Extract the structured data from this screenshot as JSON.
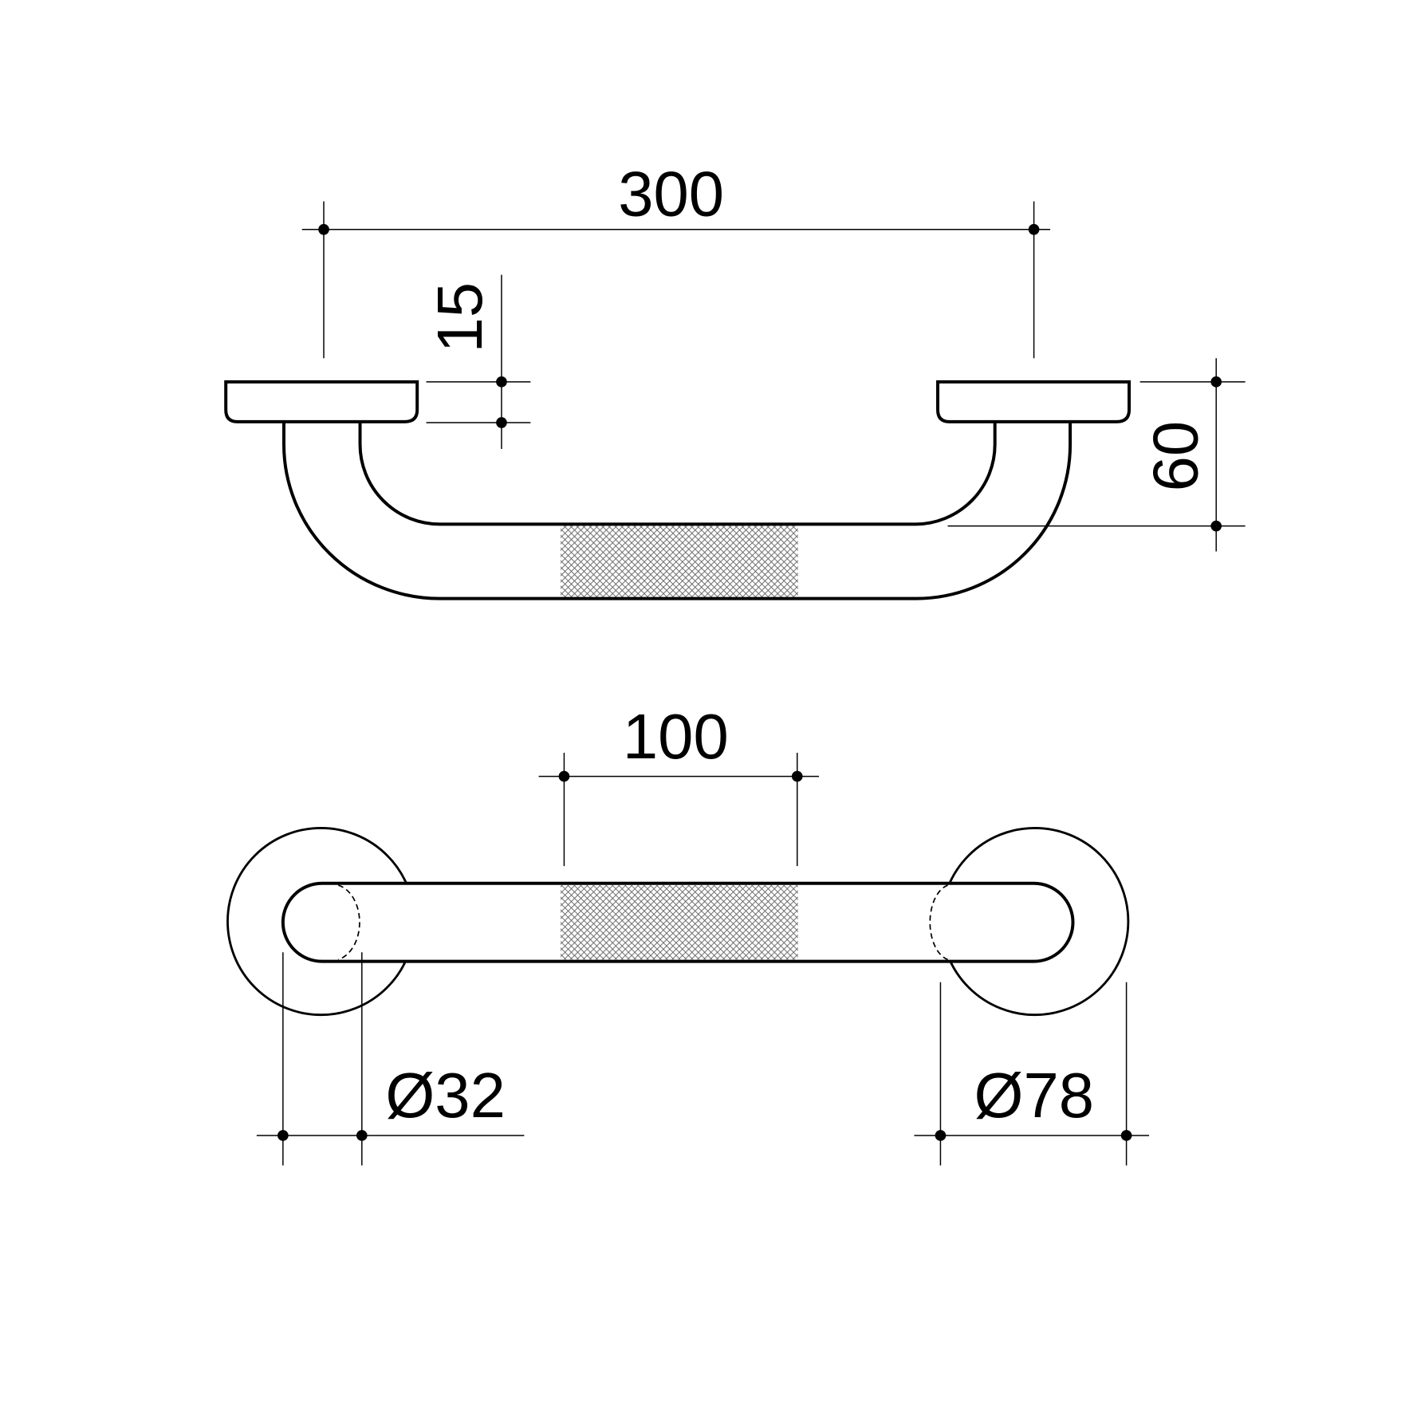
{
  "drawing": {
    "side_view": {
      "length_label": "300",
      "flange_thickness_label": "15",
      "projection_label": "60"
    },
    "top_view": {
      "grip_length_label": "100",
      "tube_diameter_label": "Ø32",
      "flange_diameter_label": "Ø78"
    },
    "colors": {
      "line": "#000000",
      "knurl": "#666666"
    }
  }
}
